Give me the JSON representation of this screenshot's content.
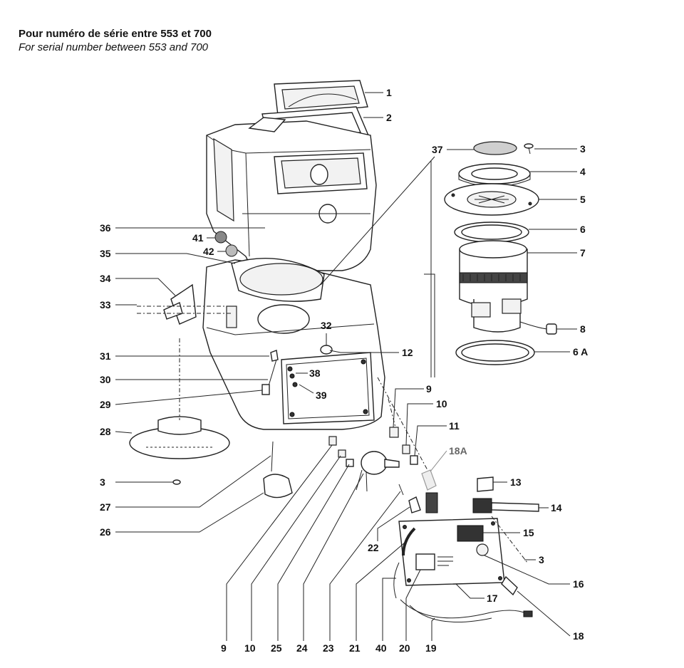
{
  "header": {
    "title_fr": "Pour numéro de série entre 553 et 700",
    "title_en": "For serial number between 553 and 700"
  },
  "labels": {
    "l1": "1",
    "l2": "2",
    "l3a": "3",
    "l37": "37",
    "l4": "4",
    "l5": "5",
    "l6": "6",
    "l7": "7",
    "l8": "8",
    "l6a": "6 A",
    "l36": "36",
    "l41": "41",
    "l42": "42",
    "l35": "35",
    "l34": "34",
    "l33": "33",
    "l32": "32",
    "l12": "12",
    "l31": "31",
    "l38": "38",
    "l30": "30",
    "l39": "39",
    "l29": "29",
    "l9a": "9",
    "l10a": "10",
    "l11": "11",
    "l28": "28",
    "l18a": "18A",
    "l3b": "3",
    "l13": "13",
    "l27": "27",
    "l14": "14",
    "l26": "26",
    "l15": "15",
    "l22": "22",
    "l3c": "3",
    "l16": "16",
    "l17": "17",
    "l18": "18",
    "l9b": "9",
    "l10b": "10",
    "l25": "25",
    "l24": "24",
    "l23": "23",
    "l21": "21",
    "l40": "40",
    "l20": "20",
    "l19": "19"
  }
}
